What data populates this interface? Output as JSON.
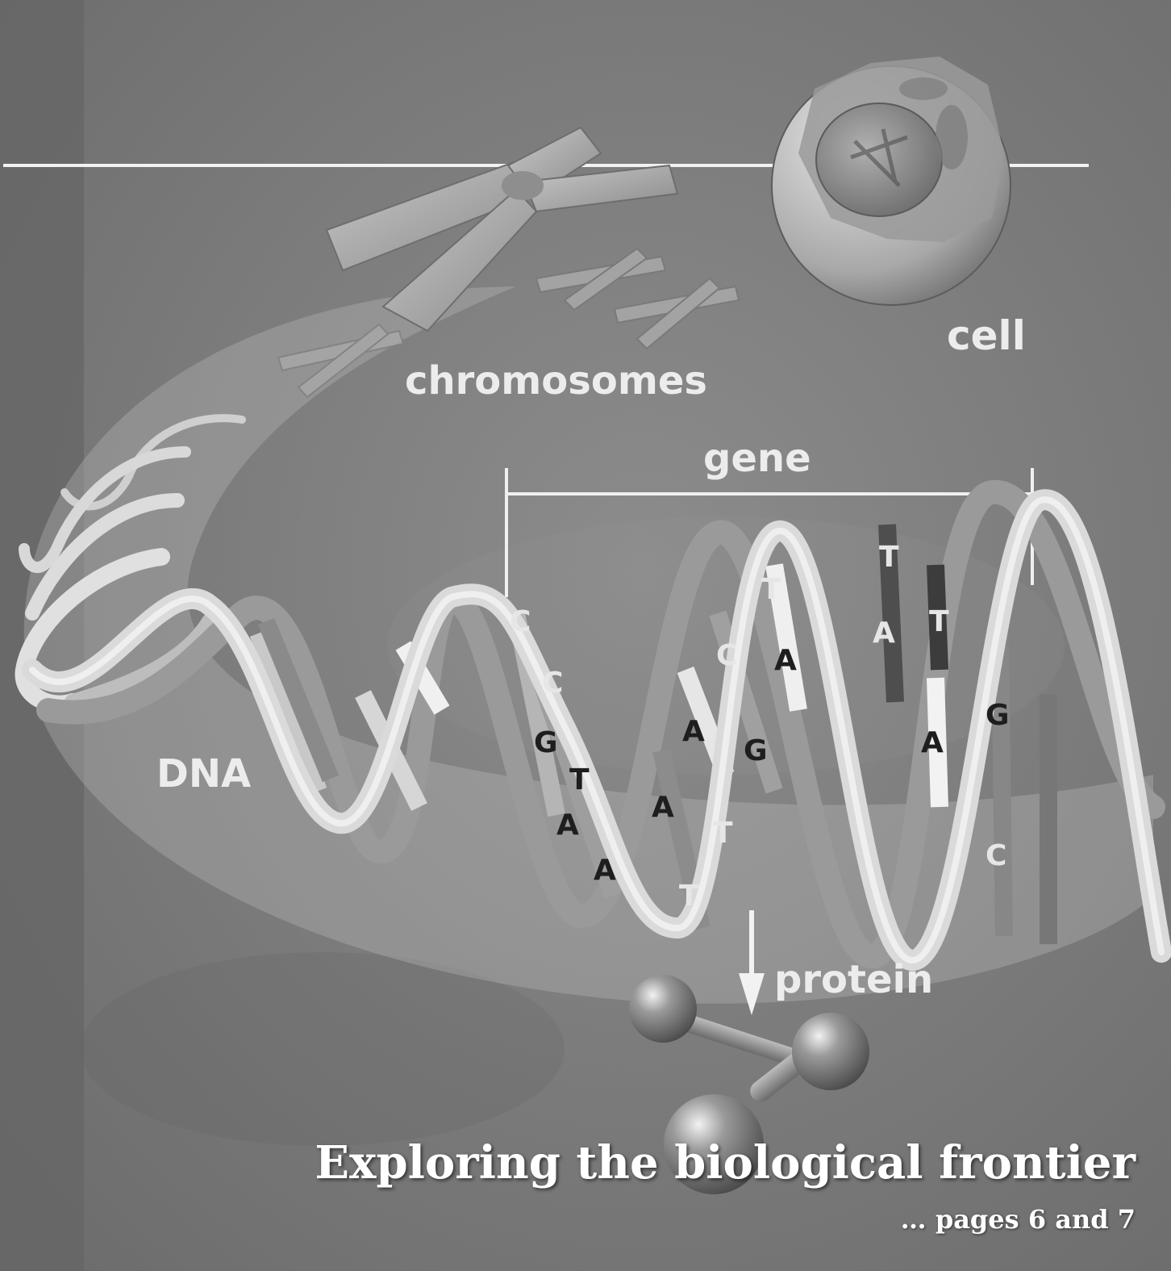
{
  "labels": {
    "cell": "cell",
    "chromosomes": "chromosomes",
    "gene": "gene",
    "dna": "DNA",
    "protein": "protein"
  },
  "headline": "Exploring the biological frontier",
  "page_reference": "… pages 6 and 7",
  "base_letters": {
    "c1": "C",
    "c2": "C",
    "g1": "G",
    "t1": "T",
    "a1": "A",
    "a2": "A",
    "a3": "A",
    "a4": "A",
    "t2": "T",
    "t3": "T",
    "c3": "C",
    "g2": "G",
    "t4": "T",
    "a5": "A",
    "t5": "T",
    "a6": "A",
    "t6": "T",
    "a7": "A",
    "g3": "G",
    "c4": "C"
  },
  "colors": {
    "background": "#7c7c7c",
    "sidebar": "#6e6e6e",
    "label_text": "#ececec",
    "ribbon": "#d9d9d9",
    "headline": "#ffffff"
  }
}
